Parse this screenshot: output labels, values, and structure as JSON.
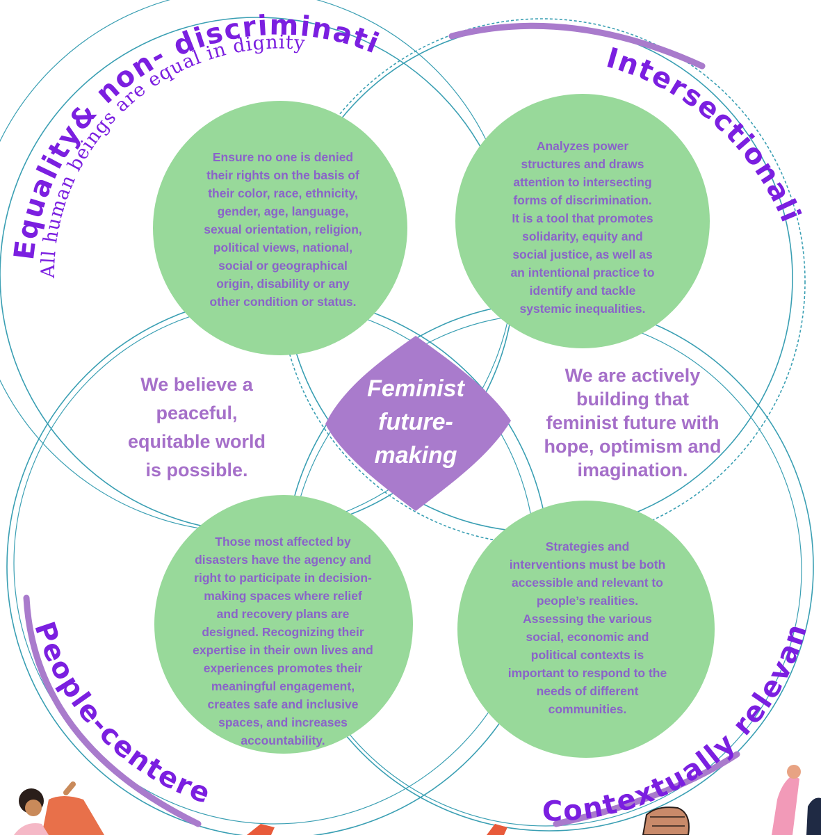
{
  "center": {
    "lines": [
      "Feminist",
      "future-",
      "making"
    ]
  },
  "quadrants": {
    "top_left": {
      "title": "Equality& non- discrimination",
      "subtitle": "All human beings are equal in dignity",
      "lines": [
        "Ensure no one is denied",
        "their rights on the basis of",
        "their color, race, ethnicity,",
        "gender, age, language,",
        "sexual orientation, religion,",
        "political views, national,",
        "social or geographical",
        "origin, disability or any",
        "other condition or status."
      ]
    },
    "top_right": {
      "title": "Intersectionality",
      "lines": [
        "Analyzes power",
        "structures and draws",
        "attention to intersecting",
        "forms of discrimination.",
        "It is a tool that promotes",
        "solidarity, equity and",
        "social justice, as well as",
        "an intentional practice to",
        "identify and tackle",
        "systemic inequalities."
      ]
    },
    "bottom_left": {
      "title": "People-centered",
      "lines": [
        "Those most affected by",
        "disasters have the agency and",
        "right to participate in decision-",
        "making spaces where relief",
        "and recovery plans are",
        "designed. Recognizing their",
        "expertise in their own lives and",
        "experiences promotes their",
        "meaningful engagement,",
        "creates safe and inclusive",
        "spaces, and increases",
        "accountability."
      ]
    },
    "bottom_right": {
      "title": "Contextually relevant",
      "lines": [
        "Strategies and",
        "interventions must be both",
        "accessible and relevant to",
        "people’s realities.",
        "Assessing the various",
        "social, economic and",
        "political contexts is",
        "important to respond to the",
        "needs of different",
        "communities."
      ]
    }
  },
  "beliefs": {
    "left": [
      "We believe a",
      "peaceful,",
      "equitable world",
      "is possible."
    ],
    "right": [
      "We are actively",
      "building that",
      "feminist future with",
      "hope, optimism and",
      "imagination."
    ]
  },
  "colors": {
    "ring": "#3a9fb3",
    "bubble": "#98d99a",
    "accent_purple": "#a97bcc",
    "title_purple": "#7b1fe0",
    "paragraph_purple": "#8a63c9"
  },
  "icons": [
    "raised-fist-icon",
    "protester-left-illustration",
    "protester-right-illustration",
    "flag-icon"
  ]
}
